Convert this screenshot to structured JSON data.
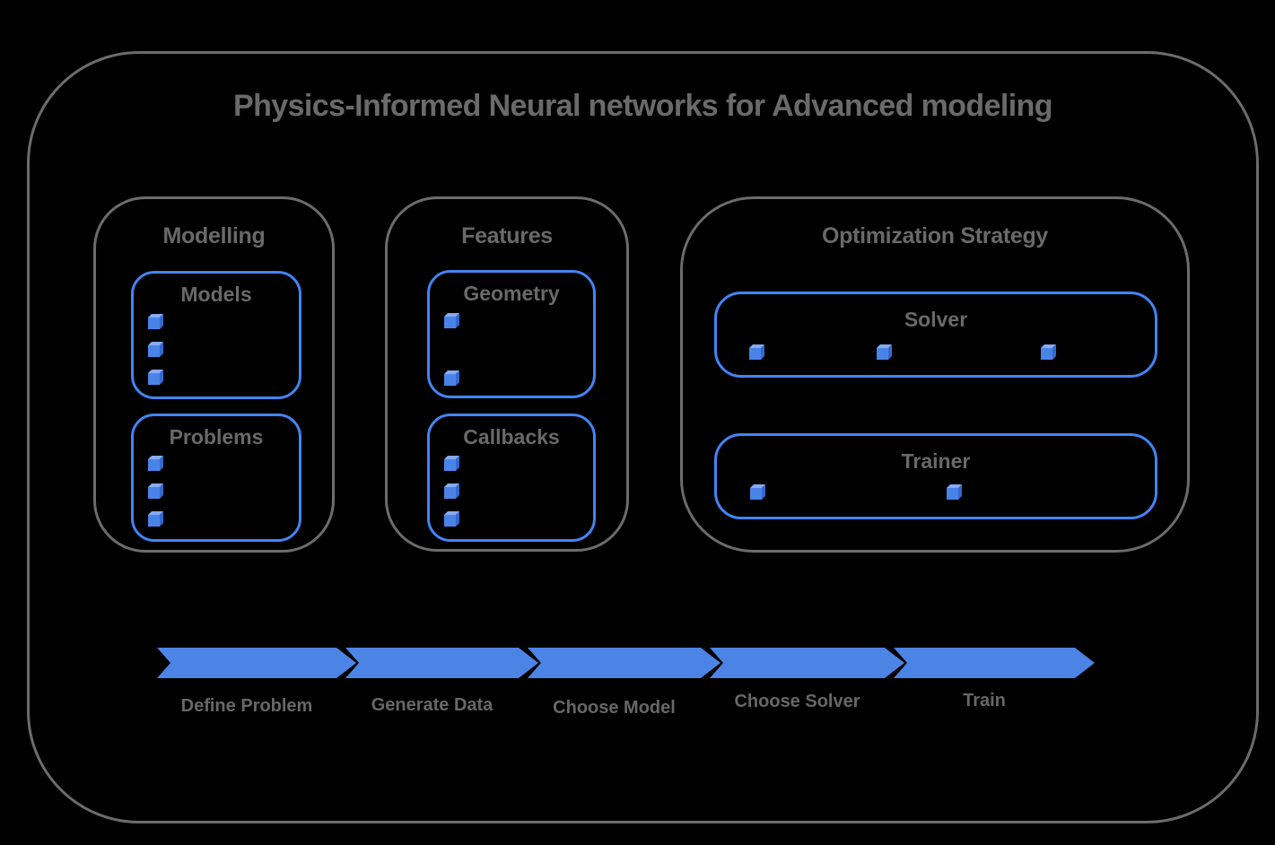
{
  "title": "Physics-Informed Neural networks for Advanced modeling",
  "sections": {
    "modelling": {
      "label": "Modelling",
      "models": {
        "label": "Models",
        "bullet_count": 3
      },
      "problems": {
        "label": "Problems",
        "bullet_count": 3
      }
    },
    "features": {
      "label": "Features",
      "geometry": {
        "label": "Geometry",
        "bullet_count": 2
      },
      "callbacks": {
        "label": "Callbacks",
        "bullet_count": 3
      }
    },
    "optimization": {
      "label": "Optimization Strategy",
      "solver": {
        "label": "Solver",
        "bullet_count": 3
      },
      "trainer": {
        "label": "Trainer",
        "bullet_count": 2
      }
    }
  },
  "flow": {
    "steps": [
      {
        "label": "Define Problem"
      },
      {
        "label": "Generate Data"
      },
      {
        "label": "Choose Model"
      },
      {
        "label": "Choose Solver"
      },
      {
        "label": "Train"
      }
    ]
  },
  "icons": {
    "bullet": "cube-icon"
  },
  "colors": {
    "accent_blue": "#4285f4",
    "arrow_blue": "#4c84e6",
    "cube_front": "#4a83e8",
    "cube_top": "#86abf2",
    "cube_side": "#3568cf",
    "border_gray": "#6c6c6c",
    "text_gray": "#6a6a6a",
    "background": "#000000"
  }
}
